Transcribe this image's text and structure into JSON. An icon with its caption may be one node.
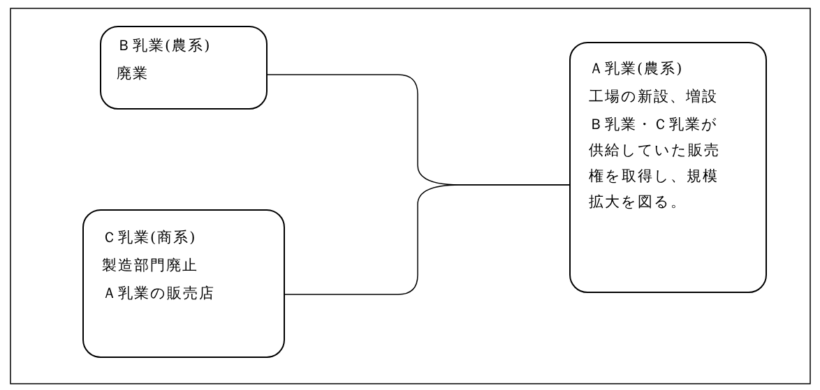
{
  "diagram": {
    "nodes": [
      {
        "text": [
          "Ｂ乳業(農系)",
          "廃業"
        ]
      },
      {
        "text": [
          "Ａ乳業(農系)",
          "工場の新設、増設",
          "Ｂ乳業・Ｃ乳業が供給していた販売権を取得し、規模拡大を図る。"
        ]
      },
      {
        "text": [
          "Ｃ乳業(商系)",
          "製造部門廃止",
          "Ａ乳業の販売店"
        ]
      }
    ],
    "edges": [
      {
        "from": 0,
        "to": 1,
        "arrow": "none"
      },
      {
        "from": 2,
        "to": 1,
        "arrow": "none"
      }
    ]
  }
}
